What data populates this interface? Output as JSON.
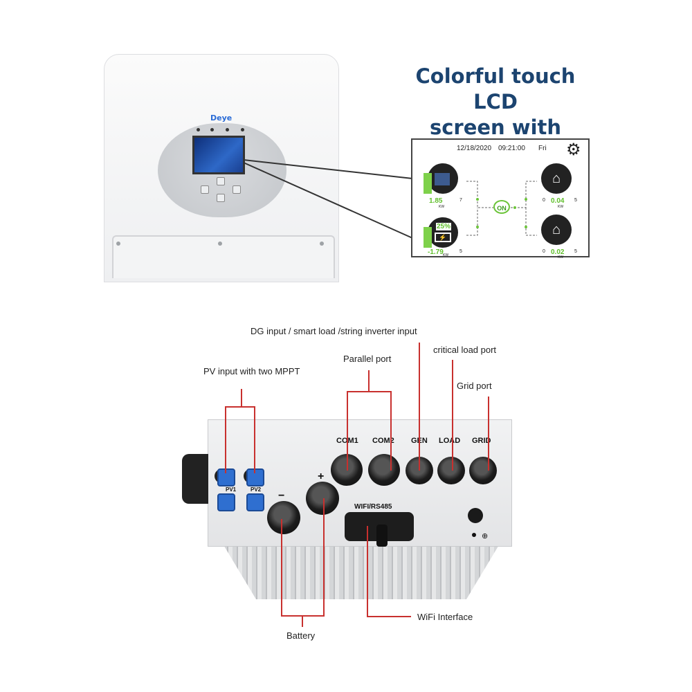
{
  "headline": {
    "line1": "Colorful touch LCD",
    "line2": "screen with buttons"
  },
  "device": {
    "brand": "Deye"
  },
  "lcd": {
    "date": "12/18/2020",
    "time": "09:21:00",
    "day": "Fri",
    "status": "ON",
    "pv": {
      "value": "1.85",
      "unit": "KW",
      "scale_max": "7"
    },
    "battery": {
      "soc": "25%",
      "value": "-1.79",
      "unit": "KW",
      "scale_max": "5"
    },
    "grid": {
      "value": "0.04",
      "unit": "KW",
      "scale_min": "0",
      "scale_max": "5"
    },
    "load": {
      "value": "0.02",
      "unit": "KW",
      "scale_min": "0",
      "scale_max": "5"
    },
    "colors": {
      "accent_green": "#6cc43a",
      "dial_dark": "#222222"
    }
  },
  "ports": {
    "com1": "COM1",
    "com2": "COM2",
    "gen": "GEN",
    "load": "LOAD",
    "grid": "GRID",
    "pv1": "PV1",
    "pv2": "PV2",
    "wifi": "WIFI/RS485",
    "plus": "+",
    "minus": "−"
  },
  "callouts": {
    "dg_input": "DG input / smart load /string inverter input",
    "critical_load": "critical load port",
    "parallel": "Parallel port",
    "grid": "Grid port",
    "pv_input": "PV input with two MPPT",
    "wifi": "WiFi Interface",
    "battery": "Battery"
  },
  "colors": {
    "headline": "#1c4470",
    "callout_line": "#c8302e",
    "mc4_blue": "#2f6fd0"
  }
}
